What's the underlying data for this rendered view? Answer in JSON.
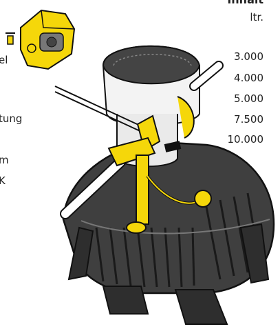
{
  "header": {
    "title": "Inhalt",
    "unit": "ltr."
  },
  "volumes": [
    "3.000",
    "4.000",
    "5.000",
    "7.500",
    "10.000"
  ],
  "left_fragments": [
    "el",
    "tung",
    "m",
    "K"
  ],
  "colors": {
    "accent": "#f5d70a",
    "outline": "#111111",
    "tank": "#3a3a3a",
    "background": "#ffffff"
  },
  "illustration": {
    "subject": "underground-rainwater-tank-with-pump",
    "icon": "pump-unit-icon"
  }
}
